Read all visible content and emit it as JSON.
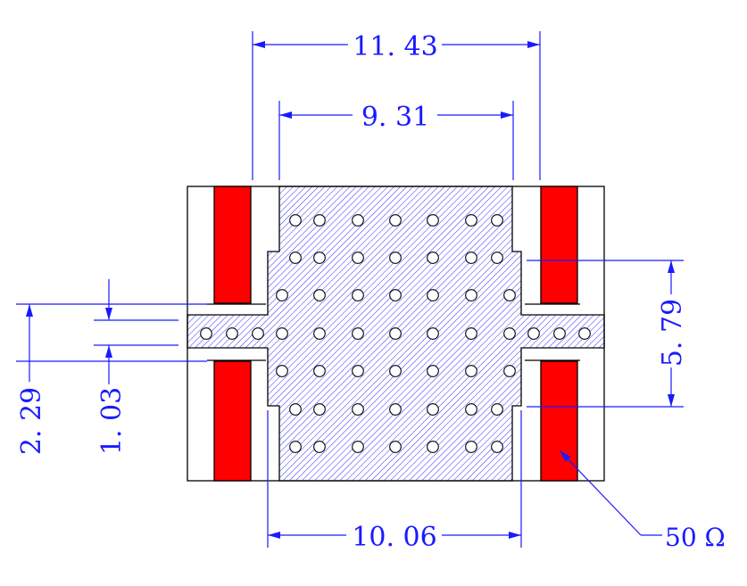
{
  "colors": {
    "dimension": "#1a1aff",
    "outline": "#000000",
    "pad": "#ff0000",
    "hatch": "#1a1aff",
    "via": "#ffffff"
  },
  "dimensions": {
    "outer_width": "11. 43",
    "inner_width": "9. 31",
    "bottom_width": "10. 06",
    "right_height": "5. 79",
    "left_outer_gap": "2. 29",
    "left_inner_gap": "1. 03"
  },
  "callout": {
    "label": "50 Ω"
  }
}
